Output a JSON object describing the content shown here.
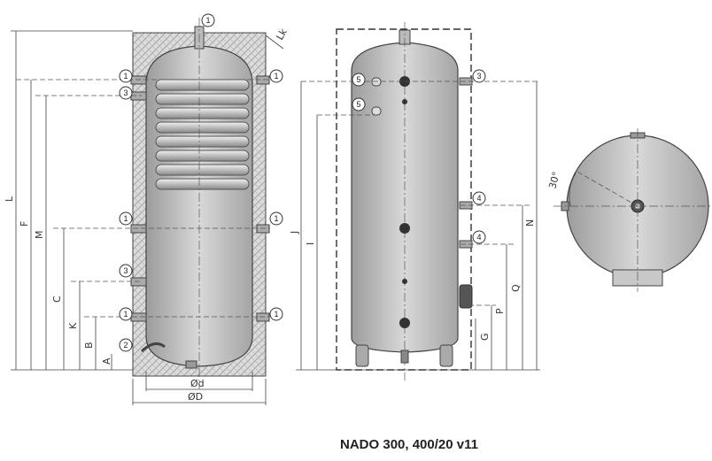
{
  "title": "NADO 300, 400/20 v11",
  "callouts": {
    "c1": "1",
    "c2": "2",
    "c3": "3",
    "c4": "4",
    "c5": "5"
  },
  "dims_left": {
    "L": "L",
    "F": "F",
    "M": "M",
    "C": "C",
    "K": "K",
    "B": "B",
    "A": "A",
    "Lk": "Lk",
    "d": "Ød",
    "D": "ØD"
  },
  "dims_right": {
    "J": "J",
    "I": "I",
    "N": "N",
    "Q": "Q",
    "P": "P",
    "G": "G"
  },
  "angle": "30°",
  "colors": {
    "line": "#4a4a4a",
    "tank": "#c4c4c4",
    "insulation": "#d4d4d4",
    "dark": "#333333"
  }
}
